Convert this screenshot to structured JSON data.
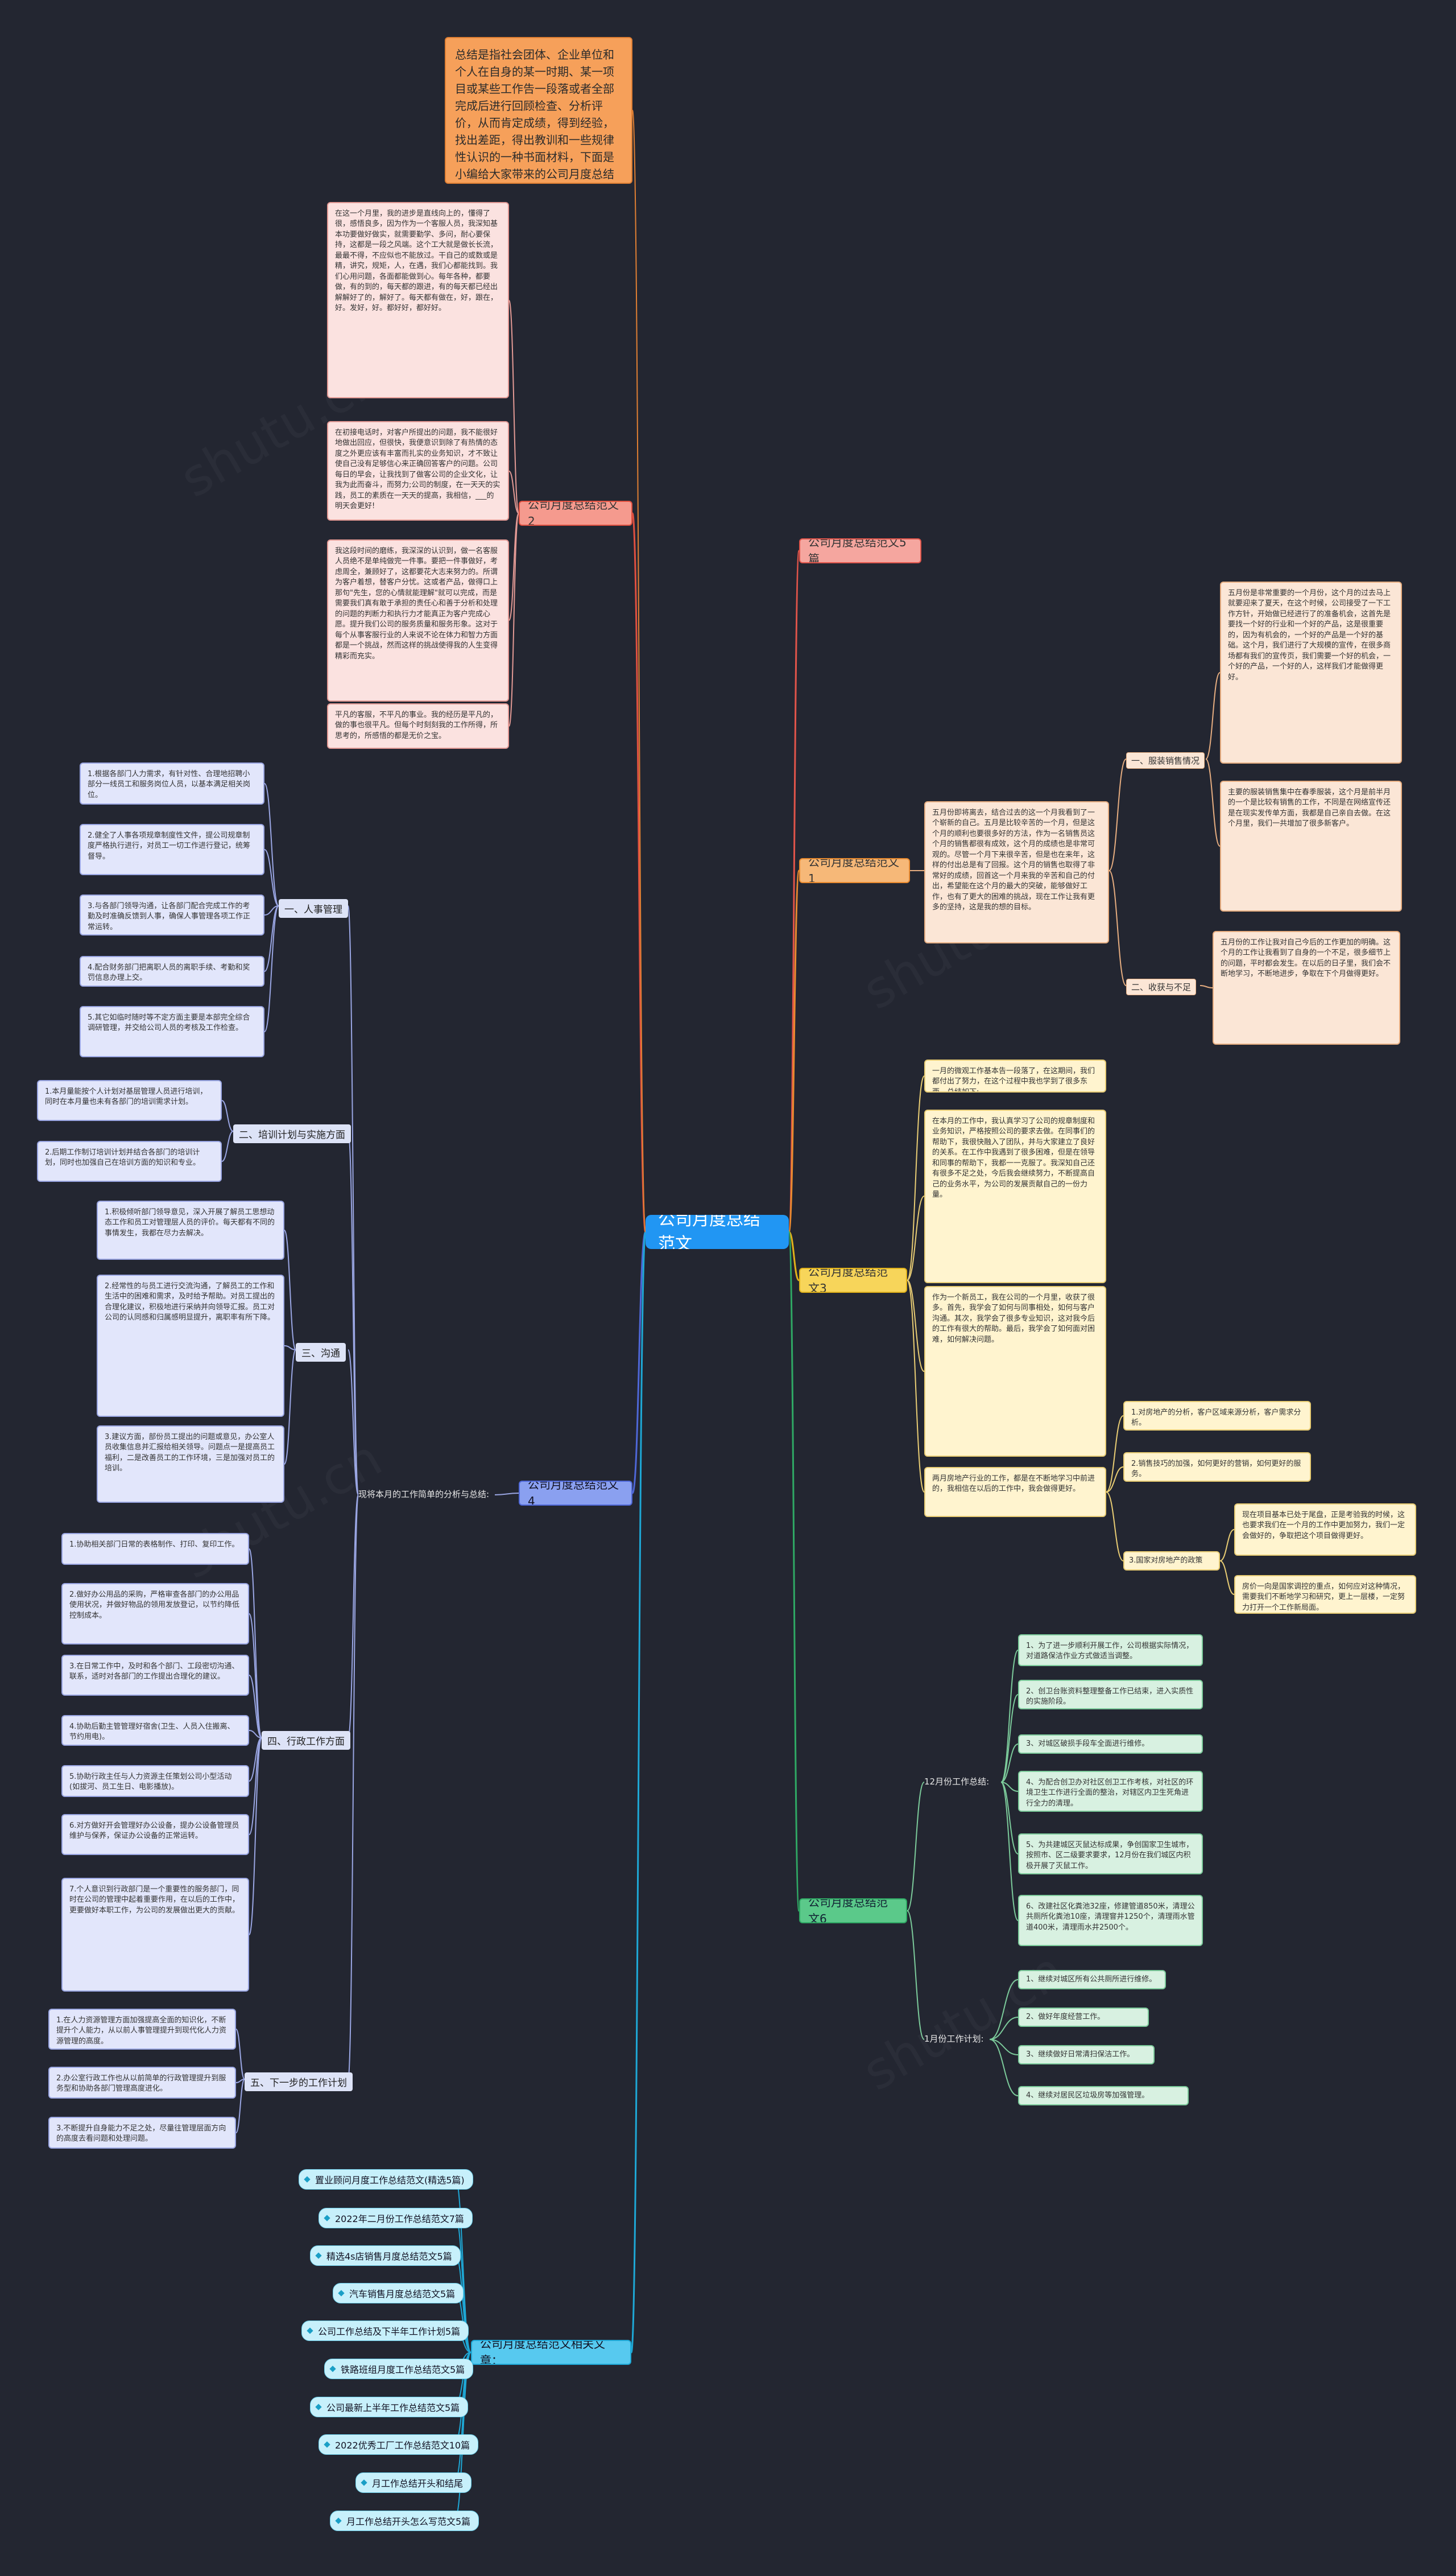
{
  "center": "公司月度总结范文",
  "intro": "总结是指社会团体、企业单位和个人在自身的某一时期、某一项目或某些工作告一段落或者全部完成后进行回顾检查、分析评价，从而肯定成绩，得到经验，找出差距，得出教训和一些规律性认识的一种书面材料，下面是小编给大家带来的公司月度总结范文，希望大家能够喜欢!",
  "branches": {
    "b2": {
      "title": "公司月度总结范文2",
      "paras": [
        "在这一个月里，我的进步是直线向上的，懂得了很，感悟良多，因为作为一个客服人员，我深知基本功要做好做实，就需要勤学、多问，耐心要保持，这都是一段之风端。这个工大就是做长长流，最最不得，不应似也不能放过。干自己的或数或是精，讲究，规矩，人，在遇，我们心都能找到。我们心用问题，各面都能做到心。每年各种，都要做，有的到的，每天都的跟进，有的每天都已经出解解好了的，解好了。每天都有做在，好，跟在，好。发好，好。都好好，都好好。",
        "在初接电话时，对客户所提出的问题，我不能很好地做出回应，但很快，我便意识到除了有热情的态度之外更应该有丰富而扎实的业务知识，才不致让使自己没有足够信心来正确回答客户的问题。公司每日的早会，让我找到了做客公司的企业文化，让我为此而奋斗，而努力;公司的制度，在一天天的实践，员工的素质在一天天的提高，我相信，___的明天会更好!",
        "我这段时间的磨练，我深深的认识到，做一名客服人员绝不是单纯做完一件事。要把一件事做好，考虑周全，兼顾好了，这都要花大志来努力的。所谓为客户着想，替客户分忧。这或者产品，做得口上那句\"先生，您的心情就能理解\"就可以完成，而是需要我们真有敢于承担的责任心和善于分析和处理的问题的判断力和执行力才能真正为客户完成心愿。提升我们公司的服务质量和服务形象。这对于每个从事客服行业的人来说不论在体力和智力方面都是一个挑战，然而这样的挑战使得我的人生变得精彩而充实。",
        "平凡的客服，不平凡的事业。我的经历是平凡的，做的事也很平凡。但每个时刻刻我的工作所得，所思考的，所感悟的都是无价之宝。"
      ]
    },
    "b5": {
      "title": "公司月度总结范文5篇"
    },
    "b1": {
      "title": "公司月度总结范文1",
      "main": "五月份即将离去，结合过去的这一个月我看到了一个崭新的自己。五月是比较辛苦的一个月，但是这个月的顺利也要很多好的方法，作为一名销售员这个月的销售都很有成效，这个月的成绩也是非常可观的。尽管一个月下来很辛苦，但是也在来年，这样的付出总是有了回报。这个月的销售也取得了非常好的成绩，回首这一个月来我的辛苦和自己的付出，希望能在这个月的最大的突破，能够做好工作，也有了更大的困难的挑战，现在工作让我有更多的坚持，这是我的想的目标。",
      "sub1": {
        "label": "一、服装销售情况",
        "texts": [
          "五月份是非常重要的一个月份，这个月的过去马上就要迎来了夏天，在这个时候，公司接受了一下工作方针，开始做已经进行了的准备机会，这首先是要找一个好的行业和一个好的产品，这是很重要的，因为有机会的，一个好的产品是一个好的基础。这个月，我们进行了大规模的宣传，在很多商场都有我们的宣传页，我们需要一个好的机会，一个好的产品，一个好的人，这样我们才能做得更好。",
          "主要的服装销售集中在春季服装，这个月是前半月的一个是比较有销售的工作，不同是在网络宣传还是在现实发传单方面，我都是自己亲自去做。在这个月里，我们一共增加了很多新客户。"
        ]
      },
      "sub2": {
        "label": "二、收获与不足",
        "text": "五月份的工作让我对自己今后的工作更加的明确。这个月的工作让我看到了自身的一个不足，很多细节上的问题，平时都会发生。在以后的日子里，我们会不断地学习，不断地进步，争取在下个月做得更好。"
      }
    },
    "b3": {
      "title": "公司月度总结范文3",
      "paras": [
        "一月的微观工作基本告一段落了，在这期间，我们都付出了努力，在这个过程中我也学到了很多东西，总结如下:",
        "在本月的工作中，我认真学习了公司的规章制度和业务知识，严格按照公司的要求去做。在同事们的帮助下，我很快融入了团队，并与大家建立了良好的关系。在工作中我遇到了很多困难，但是在领导和同事的帮助下，我都一一克服了。我深知自己还有很多不足之处，今后我会继续努力，不断提高自己的业务水平，为公司的发展贡献自己的一份力量。",
        "作为一个新员工，我在公司的一个月里，收获了很多。首先，我学会了如何与同事相处，如何与客户沟通。其次，我学会了很多专业知识，这对我今后的工作有很大的帮助。最后，我学会了如何面对困难，如何解决问题。",
        "两月房地产行业的工作，都是在不断地学习中前进的，我相信在以后的工作中，我会做得更好。"
      ],
      "subs": [
        "1.对房地产的分析，客户区域来源分析，客户需求分析。",
        "2.销售技巧的加强，如何更好的营销，如何更好的服务。",
        "3.国家对房地产的政策"
      ],
      "subtexts": [
        "现在项目基本已处于尾盘，正是考验我的时候，这也要求我们在一个月的工作中更加努力，我们一定会做好的，争取把这个项目做得更好。",
        "房价一向是国家调控的重点，如何应对这种情况，需要我们不断地学习和研究，更上一层楼，一定努力打开一个工作新局面。"
      ]
    },
    "b6": {
      "title": "公司月度总结范文6",
      "groupA": {
        "label": "12月份工作总结:",
        "items": [
          "1、为了进一步顺利开展工作，公司根据实际情况，对道路保洁作业方式做适当调整。",
          "2、创卫台账资料整理整备工作已结束，进入实质性的实施阶段。",
          "3、对城区破损手段车全面进行维修。",
          "4、为配合创卫办对社区创卫工作考核，对社区的环境卫生工作进行全面的整治，对辖区内卫生死角进行全力的清理。",
          "5、为共建城区灭鼠达标成果，争创国家卫生城市，按照市、区二级要求要求，12月份在我们城区内积极开展了灭鼠工作。",
          "6、改建社区化粪池32座，修建管道850米，清理公共厕所化粪池10座，清理窨井1250个，清理雨水管道400米，清理雨水井2500个。"
        ]
      },
      "groupB": {
        "label": "1月份工作计划:",
        "items": [
          "1、继续对城区所有公共厕所进行维修。",
          "2、做好年度经营工作。",
          "3、继续做好日常清扫保洁工作。",
          "4、继续对居民区垃圾房等加强管理。"
        ]
      }
    },
    "b4": {
      "title": "公司月度总结范文4",
      "label": "现将本月的工作简单的分析与总结:",
      "sections": [
        {
          "label": "一、人事管理",
          "items": [
            "1.根据各部门人力需求，有针对性、合理地招聘小部分一线员工和服务岗位人员，以基本满足相关岗位。",
            "2.健全了人事各项规章制度性文件，提公司规章制度严格执行进行，对员工一切工作进行登记，统筹督导。",
            "3.与各部门领导沟通，让各部门配合完成工作的考勤及时准确反馈到人事，确保人事管理各项工作正常运转。",
            "4.配合财务部门把离职人员的离职手续、考勤和奖罚信息办理上交。",
            "5.其它如临时随时等不定方面主要是本部完全综合调研管理，并交给公司人员的考核及工作检查。"
          ]
        },
        {
          "label": "二、培训计划与实施方面",
          "items": [
            "1.本月量能按个人计划对基层管理人员进行培训，同时在本月量也未有各部门的培训需求计划。",
            "2.后期工作制订培训计划并结合各部门的培训计划，同时也加强自己在培训方面的知识和专业。"
          ]
        },
        {
          "label": "三、沟通",
          "items": [
            "1.积极倾听部门领导意见，深入开展了解员工思想动态工作和员工对管理层人员的评价。每天都有不同的事情发生，我都在尽力去解决。",
            "2.经常性的与员工进行交流沟通，了解员工的工作和生活中的困难和需求，及时给予帮助。对员工提出的合理化建议，积极地进行采纳并向领导汇报。员工对公司的认同感和归属感明显提升，离职率有所下降。",
            "3.建议方面，部份员工提出的问题或意见，办公室人员收集信息并汇报给相关领导。问题点一是提高员工福利，二是改善员工的工作环境，三是加强对员工的培训。"
          ]
        },
        {
          "label": "四、行政工作方面",
          "items": [
            "1.协助相关部门日常的表格制作、打印、复印工作。",
            "2.做好办公用品的采购，严格审查各部门的办公用品使用状况，并做好物品的领用发放登记，以节约降低控制成本。",
            "3.在日常工作中，及时和各个部门、工段密切沟通、联系，适时对各部门的工作提出合理化的建议。",
            "4.协助后勤主管管理好宿舍(卫生、人员入住搬离、节约用电)。",
            "5.协助行政主任与人力资源主任策划公司小型活动(如拔河、员工生日、电影播放)。",
            "6.对方做好开会管理好办公设备，提办公设备管理员维护与保养，保证办公设备的正常运转。",
            "7.个人意识到行政部门是一个重要性的服务部门，同时在公司的管理中起着重要作用，在以后的工作中，更要做好本职工作，为公司的发展做出更大的贡献。"
          ]
        },
        {
          "label": "五、下一步的工作计划",
          "items": [
            "1.在人力资源管理方面加强提高全面的知识化，不断提升个人能力，从以前人事管理提升到现代化人力资源管理的高度。",
            "2.办公室行政工作也从以前简单的行政管理提升到服务型和协助各部门管理高度进化。",
            "3.不断提升自身能力不足之处，尽量往管理层面方向的高度去看问题和处理问题。"
          ]
        }
      ]
    },
    "b7": {
      "title": "公司月度总结范文相关文章：",
      "links": [
        "置业顾问月度工作总结范文(精选5篇)",
        "2022年二月份工作总结范文7篇",
        "精选4s店销售月度总结范文5篇",
        "汽车销售月度总结范文5篇",
        "公司工作总结及下半年工作计划5篇",
        "铁路班组月度工作总结范文5篇",
        "公司最新上半年工作总结范文5篇",
        "2022优秀工厂工作总结范文10篇",
        "月工作总结开头和结尾",
        "月工作总结开头怎么写范文5篇"
      ]
    }
  }
}
